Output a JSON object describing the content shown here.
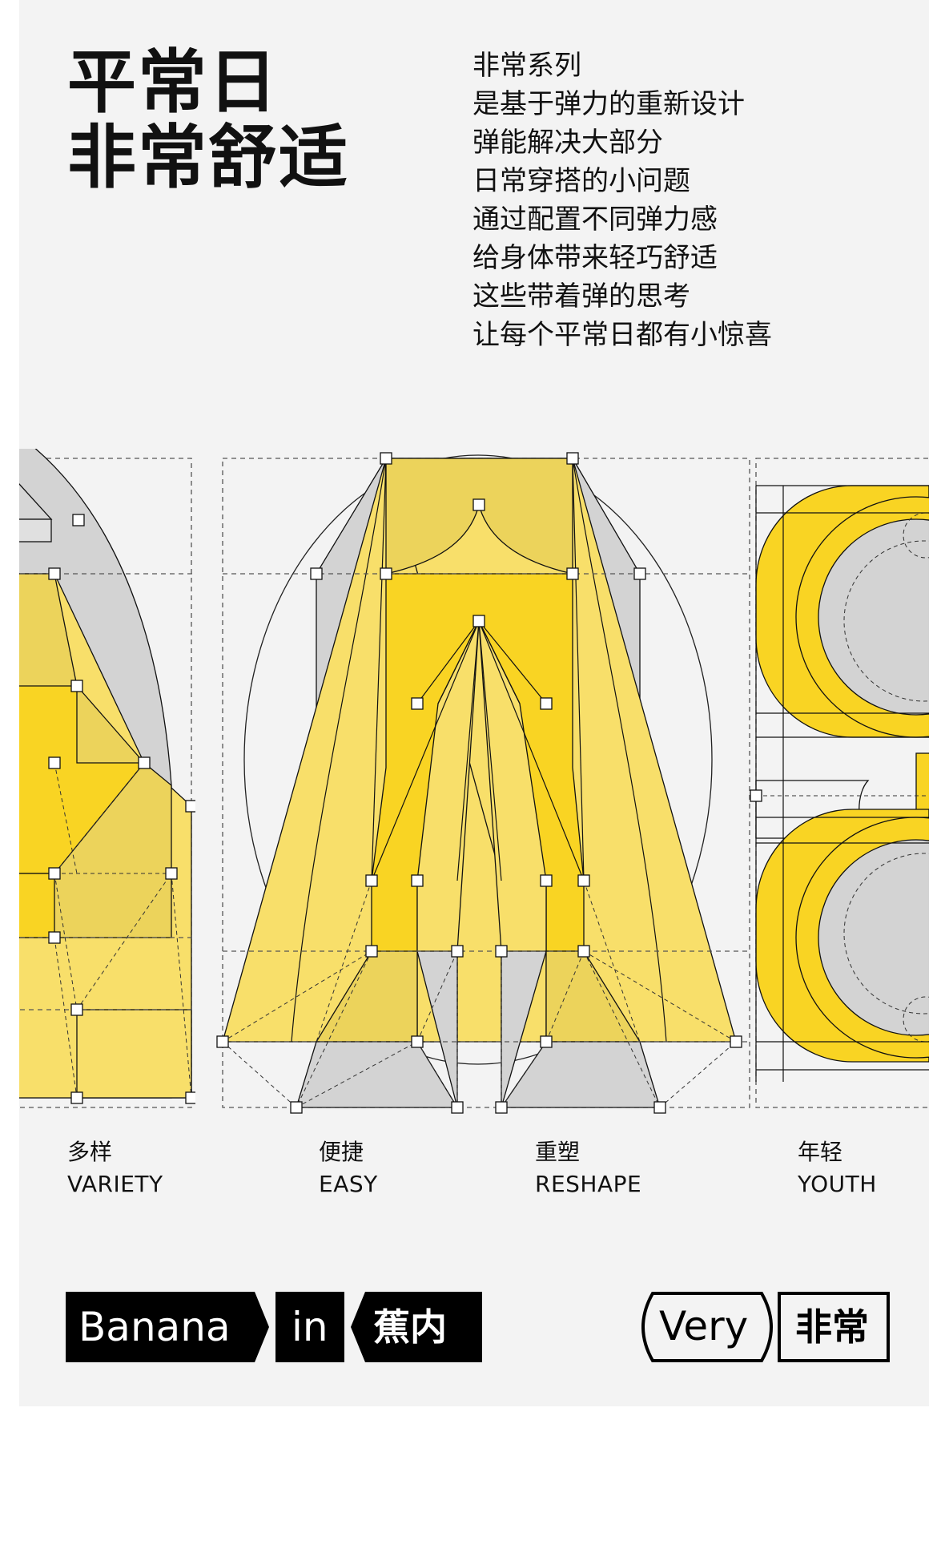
{
  "headline": {
    "line1": "平常日",
    "line2": "非常舒适"
  },
  "intro": {
    "lines": [
      "非常系列",
      "是基于弹力的重新设计",
      "弹能解决大部分",
      "日常穿搭的小问题",
      "通过配置不同弹力感",
      "给身体带来轻巧舒适",
      "这些带着弹的思考",
      "让每个平常日都有小惊喜"
    ]
  },
  "categories": [
    {
      "zh": "多样",
      "en": "VARIETY"
    },
    {
      "zh": "便捷",
      "en": "EASY"
    },
    {
      "zh": "重塑",
      "en": "RESHAPE"
    },
    {
      "zh": "年轻",
      "en": "YOUTH"
    }
  ],
  "brand": {
    "banana": "Banana",
    "in": "in",
    "zh": "蕉内"
  },
  "series": {
    "very": "Very",
    "zh": "非常"
  },
  "colors": {
    "background": "#f3f3f3",
    "yellow_main": "#f9d423",
    "yellow_light": "#f8df6a",
    "yellow_mid": "#ecd35b",
    "gray": "#d3d3d3",
    "black": "#000000"
  }
}
